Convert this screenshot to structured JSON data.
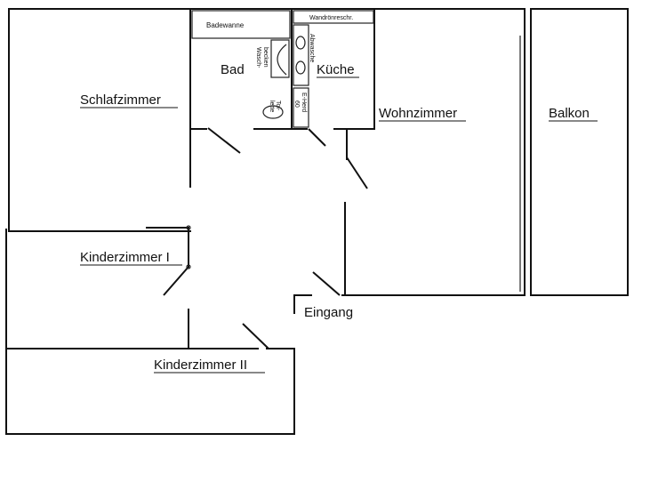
{
  "colors": {
    "ink": "#111111",
    "background": "#ffffff"
  },
  "rooms": {
    "schlafzimmer": "Schlafzimmer",
    "bad": "Bad",
    "kueche": "Küche",
    "wohnzimmer": "Wohnzimmer",
    "balkon": "Balkon",
    "kinderzimmer_1": "Kinderzimmer I",
    "kinderzimmer_2": "Kinderzimmer II",
    "eingang": "Eingang"
  },
  "fixtures": {
    "badewanne": "Badewanne",
    "wandschrank": "Wandrönreschr.",
    "waschbecken_line1": "Wasch-",
    "waschbecken_line2": "becken",
    "abwasche": "Abwasche",
    "herd_line1": "60",
    "herd_line2": "E-Herd",
    "toilette_line1": "Toi-",
    "toilette_line2": "lette"
  }
}
